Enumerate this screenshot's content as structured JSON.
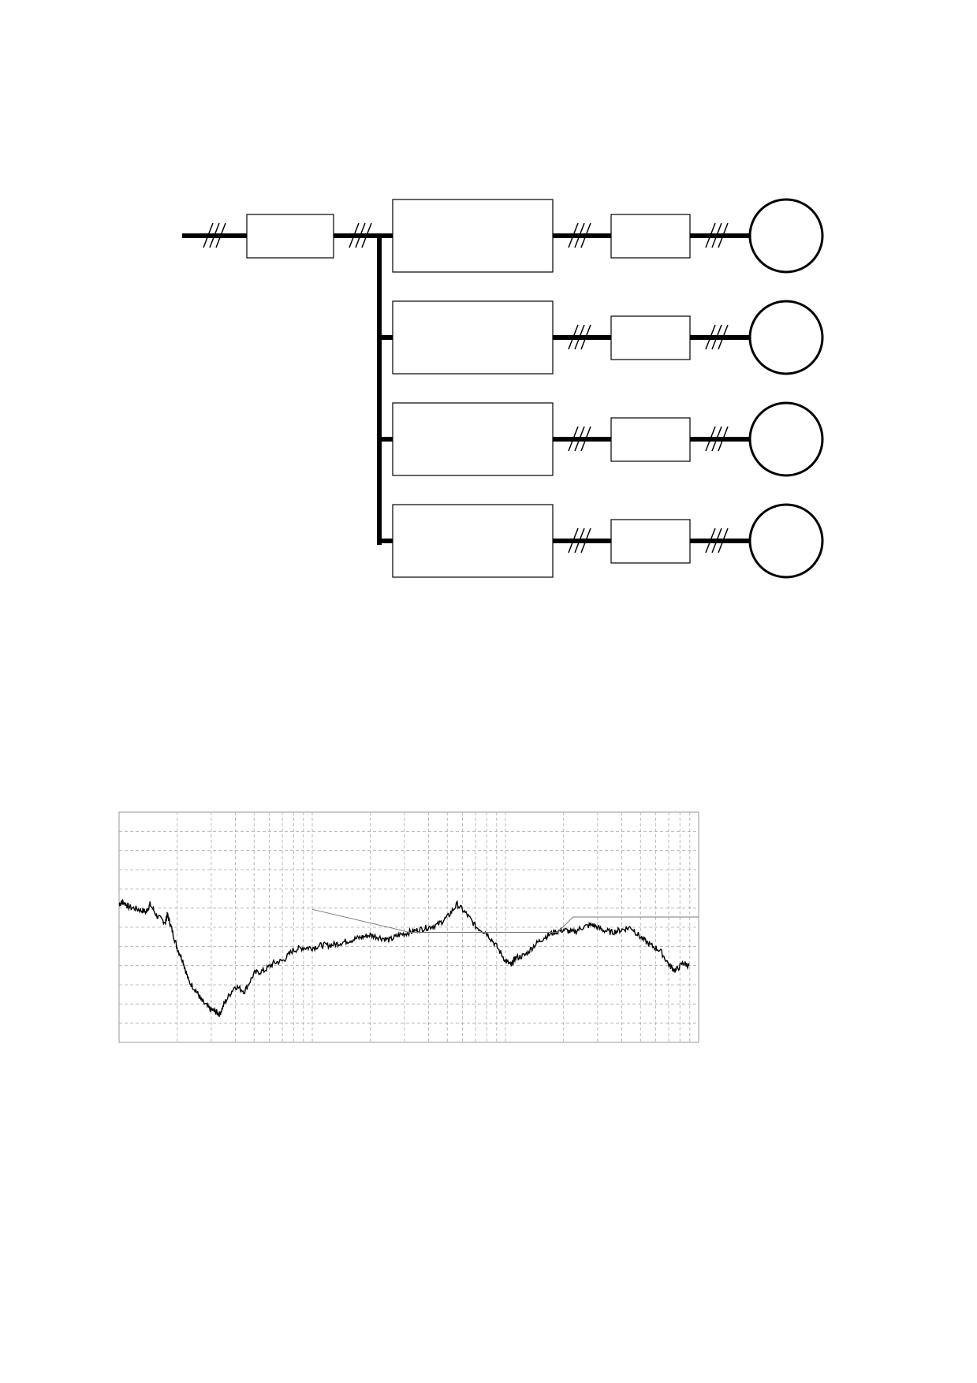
{
  "diagram": {
    "line_color": "#000000",
    "phase_mark": "3-phase",
    "branch_count": 4,
    "motor_count": 4
  },
  "chart_data": {
    "type": "line",
    "title": "",
    "xlabel": "",
    "ylabel": "",
    "xscale": "log",
    "grid": true,
    "x_decades": 3,
    "series": [
      {
        "style": "thin-grey-and-thick-black",
        "color": "#000000",
        "points": [
          [
            0.0,
            84
          ],
          [
            0.02,
            85
          ],
          [
            0.05,
            83
          ],
          [
            0.1,
            82
          ],
          [
            0.14,
            81
          ],
          [
            0.16,
            84
          ],
          [
            0.2,
            79
          ],
          [
            0.24,
            77
          ],
          [
            0.25,
            80
          ],
          [
            0.27,
            75
          ],
          [
            0.3,
            67
          ],
          [
            0.33,
            62
          ],
          [
            0.36,
            54
          ],
          [
            0.4,
            50
          ],
          [
            0.43,
            46
          ],
          [
            0.47,
            43
          ],
          [
            0.5,
            42
          ],
          [
            0.52,
            41
          ],
          [
            0.55,
            46
          ],
          [
            0.6,
            52
          ],
          [
            0.65,
            50
          ],
          [
            0.7,
            57
          ],
          [
            0.75,
            58
          ],
          [
            0.8,
            61
          ],
          [
            0.85,
            62
          ],
          [
            0.9,
            66
          ],
          [
            0.95,
            67
          ],
          [
            1.0,
            67
          ],
          [
            1.05,
            68
          ],
          [
            1.1,
            68
          ],
          [
            1.15,
            69
          ],
          [
            1.2,
            70
          ],
          [
            1.25,
            71
          ],
          [
            1.3,
            72
          ],
          [
            1.35,
            71
          ],
          [
            1.4,
            70
          ],
          [
            1.45,
            72
          ],
          [
            1.5,
            73
          ],
          [
            1.55,
            74
          ],
          [
            1.6,
            75
          ],
          [
            1.65,
            76
          ],
          [
            1.7,
            79
          ],
          [
            1.75,
            84
          ],
          [
            1.8,
            80
          ],
          [
            1.85,
            75
          ],
          [
            1.9,
            73
          ],
          [
            1.95,
            68
          ],
          [
            2.0,
            62
          ],
          [
            2.03,
            60
          ],
          [
            2.05,
            63
          ],
          [
            2.1,
            64
          ],
          [
            2.15,
            68
          ],
          [
            2.2,
            71
          ],
          [
            2.25,
            73
          ],
          [
            2.3,
            74
          ],
          [
            2.35,
            73
          ],
          [
            2.4,
            75
          ],
          [
            2.45,
            76
          ],
          [
            2.5,
            74
          ],
          [
            2.55,
            73
          ],
          [
            2.6,
            74
          ],
          [
            2.65,
            75
          ],
          [
            2.7,
            71
          ],
          [
            2.75,
            68
          ],
          [
            2.8,
            66
          ],
          [
            2.85,
            60
          ],
          [
            2.88,
            58
          ],
          [
            2.92,
            61
          ],
          [
            2.95,
            60
          ]
        ]
      },
      {
        "style": "thin-grey-limit",
        "color": "#777777",
        "points": [
          [
            1.0,
            82
          ],
          [
            1.45,
            74
          ],
          [
            1.5,
            73
          ],
          [
            2.27,
            73
          ],
          [
            2.35,
            79
          ],
          [
            3.0,
            79
          ]
        ]
      }
    ],
    "xlim": [
      0,
      3
    ],
    "ylim": [
      30,
      120
    ]
  }
}
